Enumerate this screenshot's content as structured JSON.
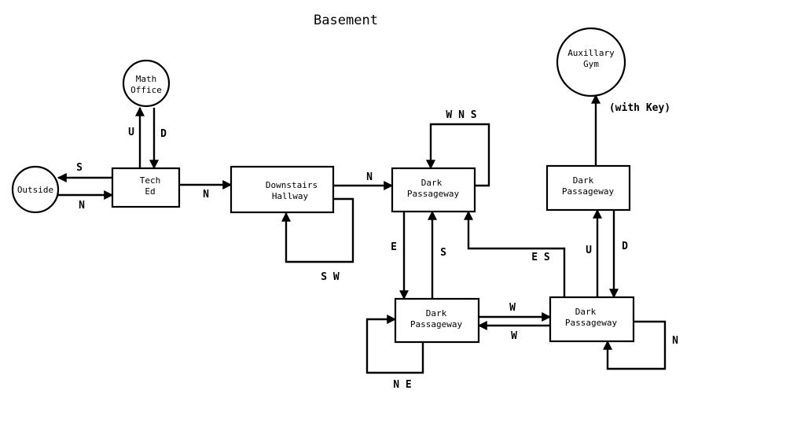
{
  "title": "Basement",
  "nodes": {
    "outside": "Outside",
    "math_office": [
      "Math",
      "Office"
    ],
    "tech_ed": [
      "Tech",
      "Ed"
    ],
    "downstairs_hallway": [
      "Downstairs",
      "Hallway"
    ],
    "dark_passageway_top": [
      "Dark",
      "Passageway"
    ],
    "dark_passageway_bottom_left": [
      "Dark",
      "Passageway"
    ],
    "dark_passageway_bottom_right": [
      "Dark",
      "Passageway"
    ],
    "dark_passageway_right_top": [
      "Dark",
      "Passageway"
    ],
    "auxillary_gym": [
      "Auxillary",
      "Gym"
    ]
  },
  "edges": {
    "outside_to_tech": "N",
    "tech_to_outside": "S",
    "tech_to_math": "U",
    "math_to_tech": "D",
    "tech_to_hallway": "N",
    "hallway_loop": "S W",
    "hallway_to_dark_top": "N",
    "dark_top_loop": "W N S",
    "dark_top_to_bottom_left": "E",
    "bottom_left_to_dark_top": "S",
    "bottom_left_loop": "N E",
    "bottom_left_to_bottom_right": "W",
    "bottom_right_to_bottom_left": "W",
    "bottom_right_to_dark_top": "E S",
    "bottom_right_to_right_top": "U",
    "right_top_to_bottom_right": "D",
    "bottom_right_loop": "N",
    "right_top_to_gym": "(with Key)"
  }
}
